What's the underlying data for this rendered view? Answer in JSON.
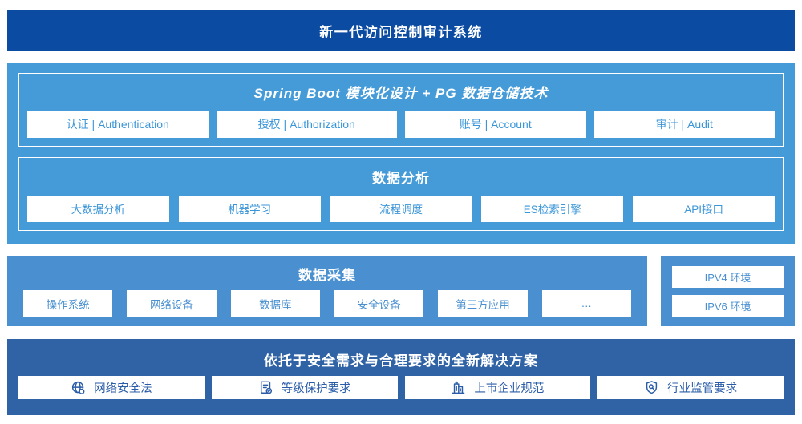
{
  "banner": {
    "title": "新一代访问控制审计系统"
  },
  "platform": {
    "title": "Spring Boot 模块化设计 + PG 数据仓储技术",
    "modules": [
      "认证 | Authentication",
      "授权 | Authorization",
      "账号 | Account",
      "审计 | Audit"
    ]
  },
  "analysis": {
    "title": "数据分析",
    "modules": [
      "大数据分析",
      "机器学习",
      "流程调度",
      "ES检索引擎",
      "API接口"
    ]
  },
  "collection": {
    "title": "数据采集",
    "modules": [
      "操作系统",
      "网络设备",
      "数据库",
      "安全设备",
      "第三方应用",
      "…"
    ]
  },
  "environments": {
    "items": [
      "IPV4 环境",
      "IPV6 环境"
    ]
  },
  "solution": {
    "title": "依托于安全需求与合理要求的全新解决方案",
    "items": [
      {
        "icon": "globe-icon",
        "label": "网络安全法"
      },
      {
        "icon": "document-check-icon",
        "label": "等级保护要求"
      },
      {
        "icon": "building-icon",
        "label": "上市企业规范"
      },
      {
        "icon": "shield-search-icon",
        "label": "行业监管要求"
      }
    ]
  },
  "colors": {
    "banner_bg": "#0B4BA1",
    "platform_bg": "#459BD8",
    "collection_bg": "#4A90D0",
    "solution_bg": "#3063A5",
    "chip_text_sky": "#3B96D8",
    "chip_text_collection": "#4A90D0",
    "solution_text": "#2A5CA8"
  }
}
